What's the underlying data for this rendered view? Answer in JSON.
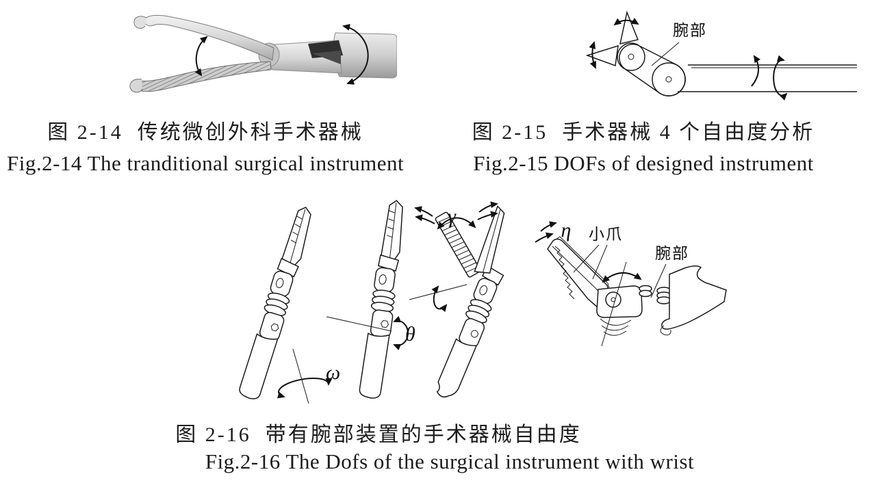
{
  "colors": {
    "ink": "#1a1a1a",
    "paper": "#ffffff"
  },
  "figure_2_14": {
    "caption_cn": "图 2-14  传统微创外科手术器械",
    "caption_en": "Fig.2-14 The tranditional surgical instrument"
  },
  "figure_2_15": {
    "caption_cn": "图 2-15  手术器械 4 个自由度分析",
    "caption_en": "Fig.2-15 DOFs of designed instrument",
    "wrist_label": "腕部"
  },
  "figure_2_16": {
    "caption_cn": "图 2-16  带有腕部装置的手术器械自由度",
    "caption_en": "Fig.2-16 The Dofs of the surgical instrument with wrist",
    "symbols": {
      "omega": "ω",
      "theta": "θ",
      "gamma": "γ",
      "eta": "η"
    },
    "jaw_label": "小爪",
    "wrist_label": "腕部"
  }
}
